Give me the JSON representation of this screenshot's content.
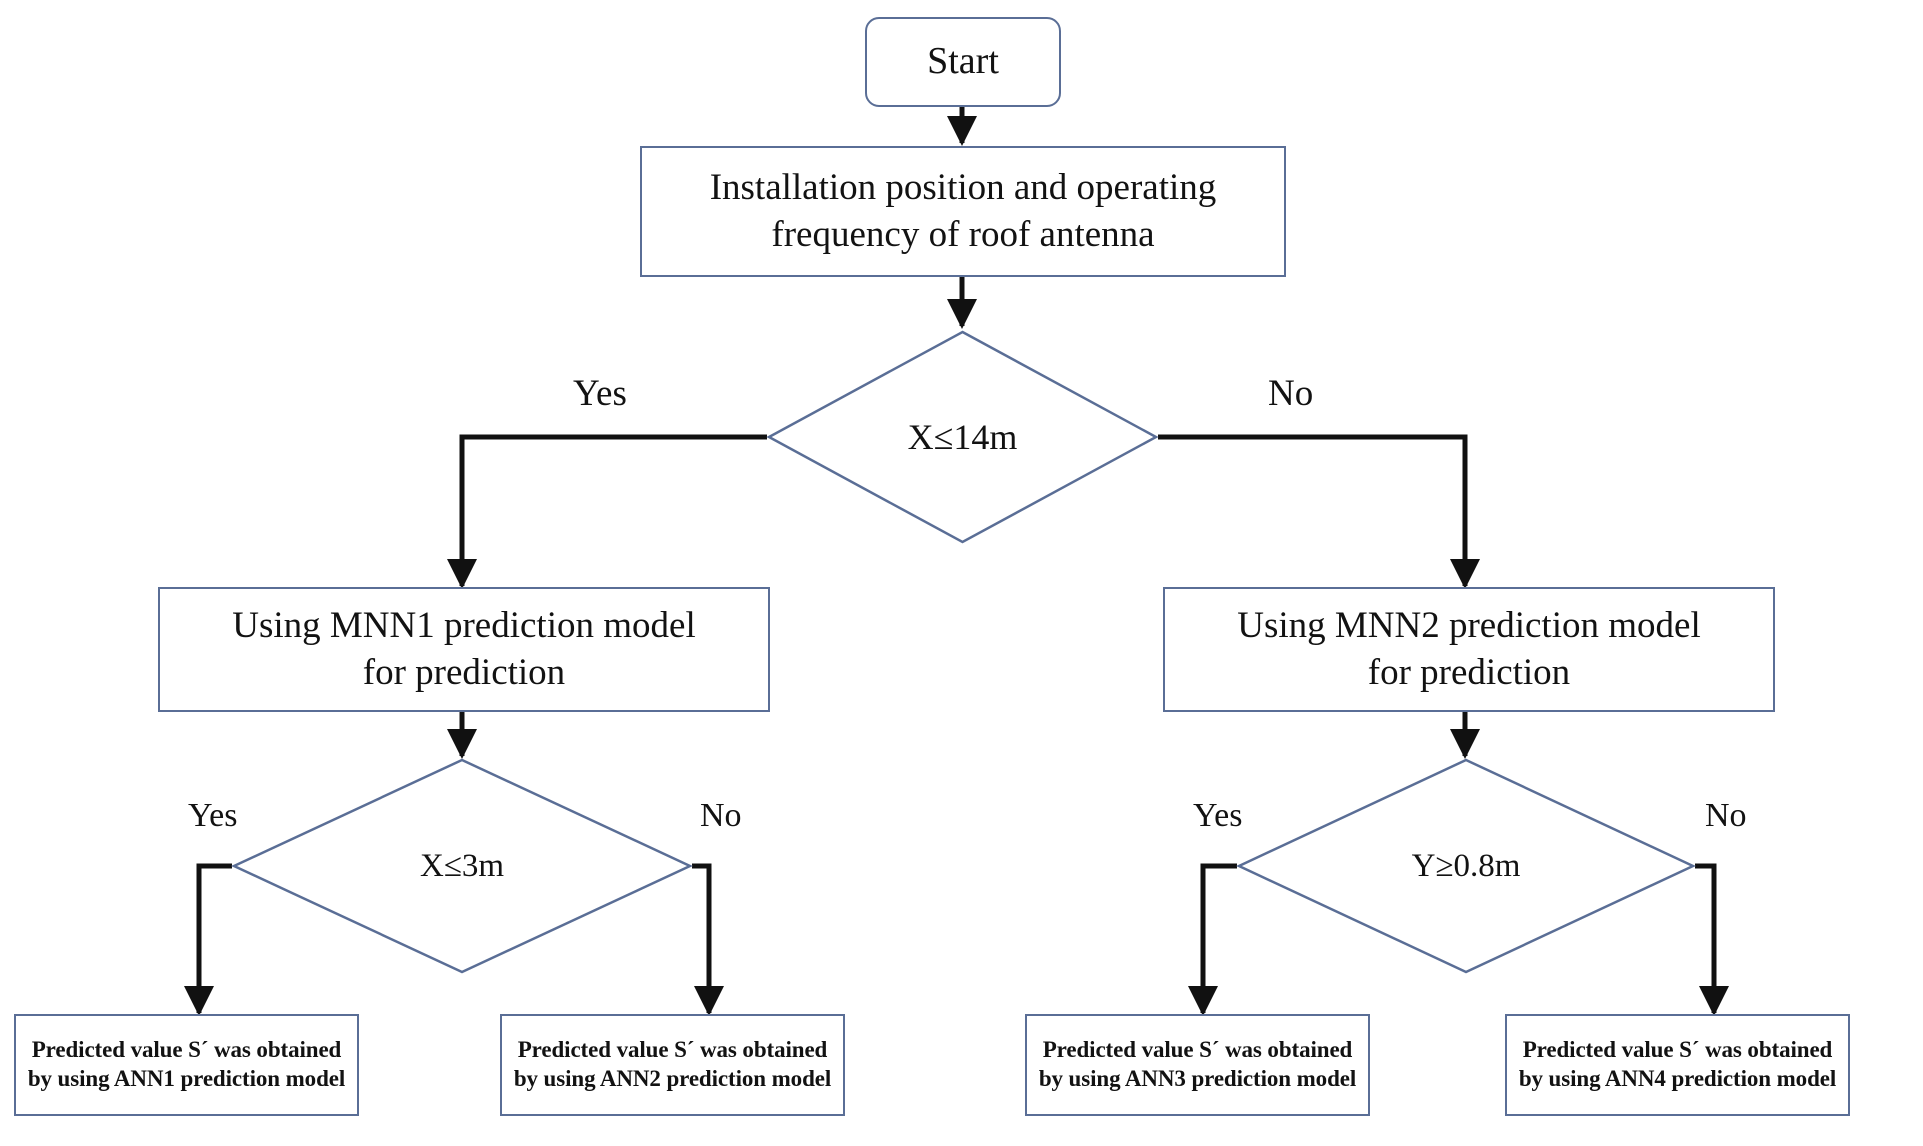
{
  "diagram": {
    "title": "ANN prediction model selection flowchart",
    "colors": {
      "node_border": "#5a6e96",
      "connector": "#111111",
      "background": "#ffffff",
      "text": "#121212"
    },
    "nodes": {
      "start": {
        "label": "Start",
        "shape": "rounded-rectangle"
      },
      "input": {
        "line1": "Installation position and operating",
        "line2": "frequency of roof antenna",
        "shape": "rectangle"
      },
      "decision_main": {
        "label": "X≤14m",
        "shape": "diamond"
      },
      "mnn1": {
        "line1": "Using MNN1 prediction model",
        "line2": "for prediction",
        "shape": "rectangle"
      },
      "mnn2": {
        "line1": "Using MNN2 prediction model",
        "line2": "for prediction",
        "shape": "rectangle"
      },
      "decision_left": {
        "label": "X≤3m",
        "shape": "diamond"
      },
      "decision_right": {
        "label": "Y≥0.8m",
        "shape": "diamond"
      },
      "ann1": {
        "line1": "Predicted value S´ was obtained",
        "line2": "by using ANN1 prediction model",
        "shape": "rectangle"
      },
      "ann2": {
        "line1": "Predicted value S´ was obtained",
        "line2": "by using ANN2 prediction model",
        "shape": "rectangle"
      },
      "ann3": {
        "line1": "Predicted value S´ was obtained",
        "line2": "by using ANN3 prediction model",
        "shape": "rectangle"
      },
      "ann4": {
        "line1": "Predicted value S´ was obtained",
        "line2": "by using ANN4 prediction model",
        "shape": "rectangle"
      }
    },
    "edge_labels": {
      "main_yes": "Yes",
      "main_no": "No",
      "left_yes": "Yes",
      "left_no": "No",
      "right_yes": "Yes",
      "right_no": "No"
    }
  }
}
